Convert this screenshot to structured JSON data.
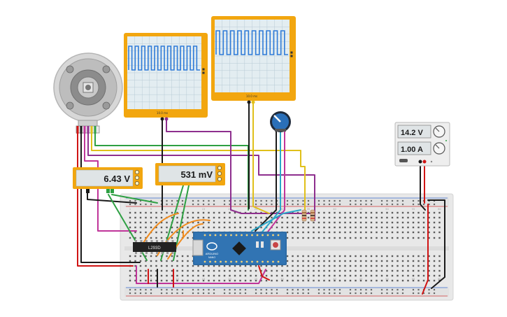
{
  "multimeters": {
    "left": {
      "reading": "6.43 V"
    },
    "right": {
      "reading": "531 mV"
    }
  },
  "power_supply": {
    "voltage": "14.2 V",
    "current": "1.00 A"
  },
  "chips": {
    "driver_label": "L293D",
    "board_label": "ARDUINO",
    "board_sub": "NANO"
  },
  "oscilloscopes": {
    "left": {
      "time_label": "10.0 ms"
    },
    "right": {
      "time_label": "10.0 ms"
    }
  },
  "breadboard": {
    "column_labels": [
      "1",
      "5",
      "10",
      "15",
      "20",
      "25",
      "30",
      "35",
      "40",
      "45",
      "50",
      "55",
      "60"
    ]
  },
  "colors": {
    "scope_frame": "#f2a60f",
    "meter_frame": "#f2a60f",
    "board_blue": "#2d6ca6",
    "breadboard": "#e8e8e8",
    "wire_red": "#d01414",
    "wire_black": "#1a1a1a",
    "wire_purple": "#8e2f8e",
    "wire_yellow": "#e0c01a",
    "wire_orange": "#f08b1e",
    "wire_green": "#2ea043",
    "wire_magenta": "#c0359a",
    "wire_cyan": "#2aa7c9",
    "wire_teal": "#1e9fb0"
  },
  "icons": [
    "dc-motor-icon",
    "potentiometer-knob-icon",
    "reset-button-icon",
    "power-knob-icon",
    "resistor-icon"
  ]
}
